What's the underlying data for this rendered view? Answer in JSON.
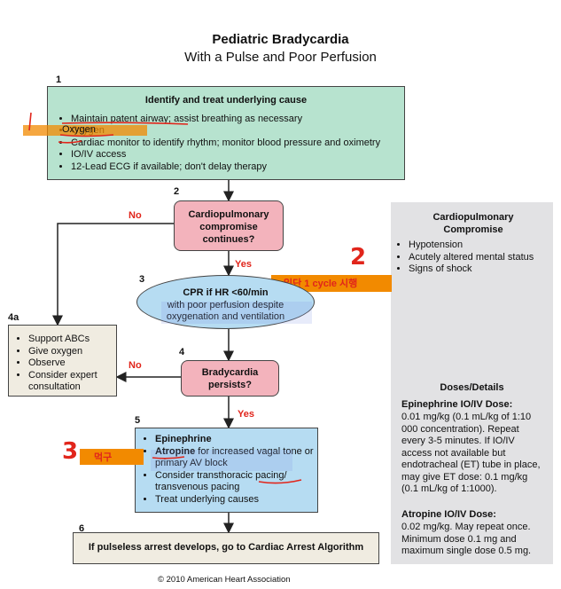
{
  "title": "Pediatric Bradycardia",
  "subtitle": "With a Pulse and Poor Perfusion",
  "step_numbers": [
    "1",
    "2",
    "3",
    "4",
    "4a",
    "5",
    "6"
  ],
  "box1": {
    "heading": "Identify and treat underlying cause",
    "items": [
      "Maintain patent airway; assist breathing as necessary",
      "Oxygen",
      "Cardiac monitor to identify rhythm; monitor blood pressure and oximetry",
      "IO/IV access",
      "12-Lead ECG if available; don't delay therapy"
    ]
  },
  "box2": {
    "text": "Cardiopulmonary compromise continues?"
  },
  "box3": {
    "title": "CPR if HR <60/min",
    "body": "with poor perfusion despite oxygenation and ventilation"
  },
  "box4": {
    "text": "Bradycardia persists?"
  },
  "box4a": {
    "items": [
      "Support ABCs",
      "Give oxygen",
      "Observe",
      "Consider expert consultation"
    ]
  },
  "box5": {
    "items": [
      {
        "bold": "Epinephrine",
        "rest": ""
      },
      {
        "bold": "Atropine",
        "rest": " for increased vagal tone or primary AV block"
      },
      {
        "bold": "",
        "rest": "Consider transthoracic pacing/ transvenous pacing"
      },
      {
        "bold": "",
        "rest": "Treat underlying causes"
      }
    ]
  },
  "box6": {
    "text": "If pulseless arrest develops, go to Cardiac Arrest Algorithm"
  },
  "labels": {
    "no1": "No",
    "yes1": "Yes",
    "no2": "No",
    "yes2": "Yes"
  },
  "panel": {
    "compromise_title": "Cardiopulmonary Compromise",
    "compromise_items": [
      "Hypotension",
      "Acutely altered mental status",
      "Signs of shock"
    ],
    "doses_title": "Doses/Details",
    "epi_title": "Epinephrine IO/IV Dose:",
    "epi_body": "0.01 mg/kg (0.1 mL/kg of 1:10 000 concentration). Repeat every 3-5 minutes. If IO/IV access not available but endotracheal (ET) tube in place, may give ET dose: 0.1 mg/kg (0.1 mL/kg of 1:1000).",
    "atro_title": "Atropine IO/IV Dose:",
    "atro_body": "0.02 mg/kg. May repeat once. Minimum dose 0.1 mg and maximum single dose 0.5 mg."
  },
  "footer": "© 2010 American Heart Association",
  "annotations": {
    "mark2": "2",
    "mark3": "3",
    "note2": "일단 1 cycle 시행",
    "note3": "먹구"
  },
  "colors": {
    "green_box": "#b7e3cf",
    "pink_box": "#f3b3bc",
    "blue_box": "#b6dcf2",
    "beige_box": "#f0ece1",
    "panel": "#e2e2e4",
    "red_label": "#e1251b",
    "orange_highlight": "#f28a00"
  }
}
